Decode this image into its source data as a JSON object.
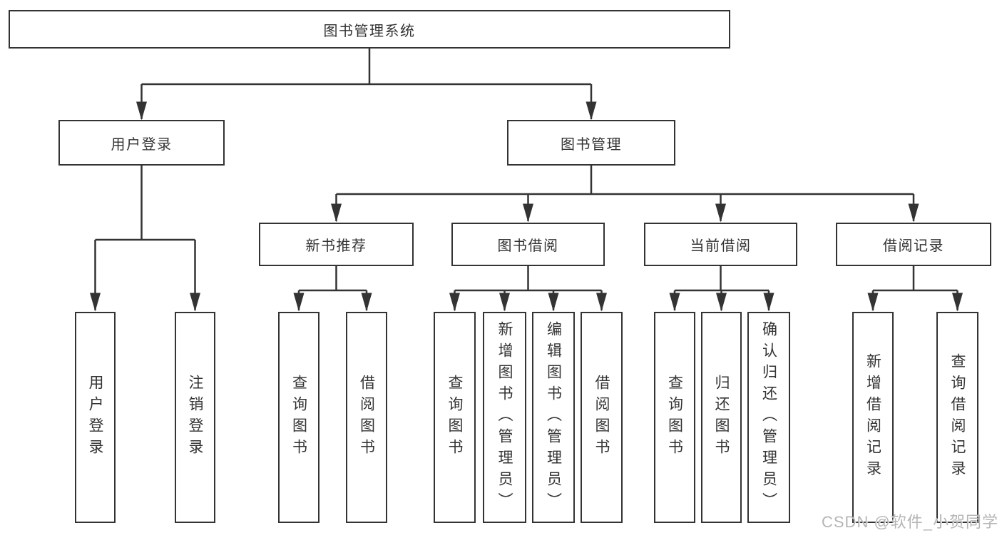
{
  "tree": {
    "root": {
      "label": "图书管理系统",
      "children": [
        {
          "label": "用户登录",
          "children": [
            {
              "label": "用户登录"
            },
            {
              "label": "注销登录"
            }
          ]
        },
        {
          "label": "图书管理",
          "children": [
            {
              "label": "新书推荐",
              "children": [
                {
                  "label": "查询图书"
                },
                {
                  "label": "借阅图书"
                }
              ]
            },
            {
              "label": "图书借阅",
              "children": [
                {
                  "label": "查询图书"
                },
                {
                  "label": "新增图书（管理员）"
                },
                {
                  "label": "编辑图书（管理员）"
                },
                {
                  "label": "借阅图书"
                }
              ]
            },
            {
              "label": "当前借阅",
              "children": [
                {
                  "label": "查询图书"
                },
                {
                  "label": "归还图书"
                },
                {
                  "label": "确认归还（管理员）"
                }
              ]
            },
            {
              "label": "借阅记录",
              "children": [
                {
                  "label": "新增借阅记录"
                },
                {
                  "label": "查询借阅记录"
                }
              ]
            }
          ]
        }
      ]
    }
  },
  "watermark": {
    "text": "CSDN @软件_小贺同学"
  },
  "colors": {
    "line": "#333333",
    "text": "#333333",
    "box_background": "#ffffff",
    "page_background": "#ffffff",
    "watermark": "#b5b5b5"
  }
}
